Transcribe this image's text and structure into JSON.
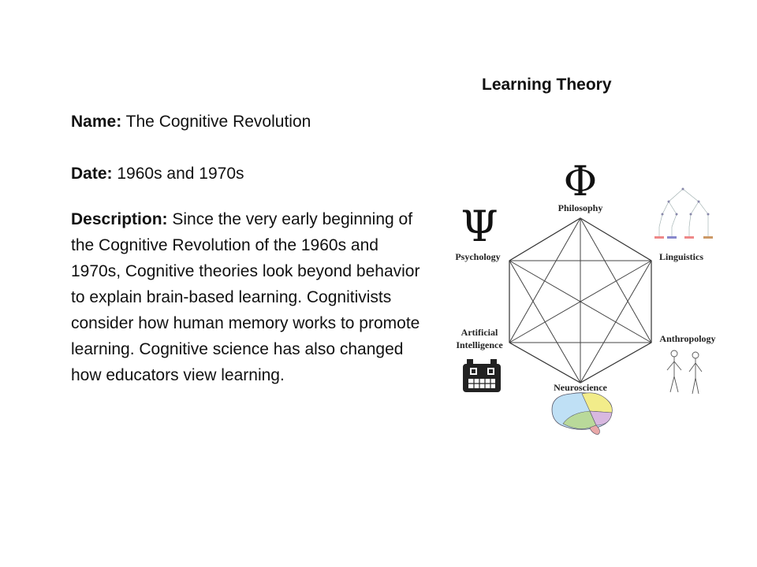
{
  "slide": {
    "title": "Learning Theory",
    "name_label": "Name:",
    "name_value": "The Cognitive Revolution",
    "date_label": "Date:",
    "date_value": "1960s and 1970s",
    "description_label": "Description:",
    "description_value": "Since the very early beginning of the Cognitive Revolution of the 1960s and 1970s, Cognitive theories look beyond behavior to explain brain-based learning. Cognitivists consider how human memory works to promote learning. Cognitive science has also changed how educators view learning."
  },
  "diagram": {
    "nodes": {
      "philosophy": "Philosophy",
      "linguistics": "Linguistics",
      "anthropology": "Anthropology",
      "neuroscience": "Neuroscience",
      "ai_line1": "Artificial",
      "ai_line2": "Intelligence",
      "psychology": "Psychology"
    },
    "icons": {
      "philosophy": "phi-icon",
      "psychology": "psi-icon",
      "linguistics": "syntax-tree-icon",
      "anthropology": "human-figures-icon",
      "neuroscience": "brain-icon",
      "ai": "robot-face-icon"
    },
    "glyphs": {
      "phi": "Φ",
      "psi": "Ψ"
    }
  }
}
